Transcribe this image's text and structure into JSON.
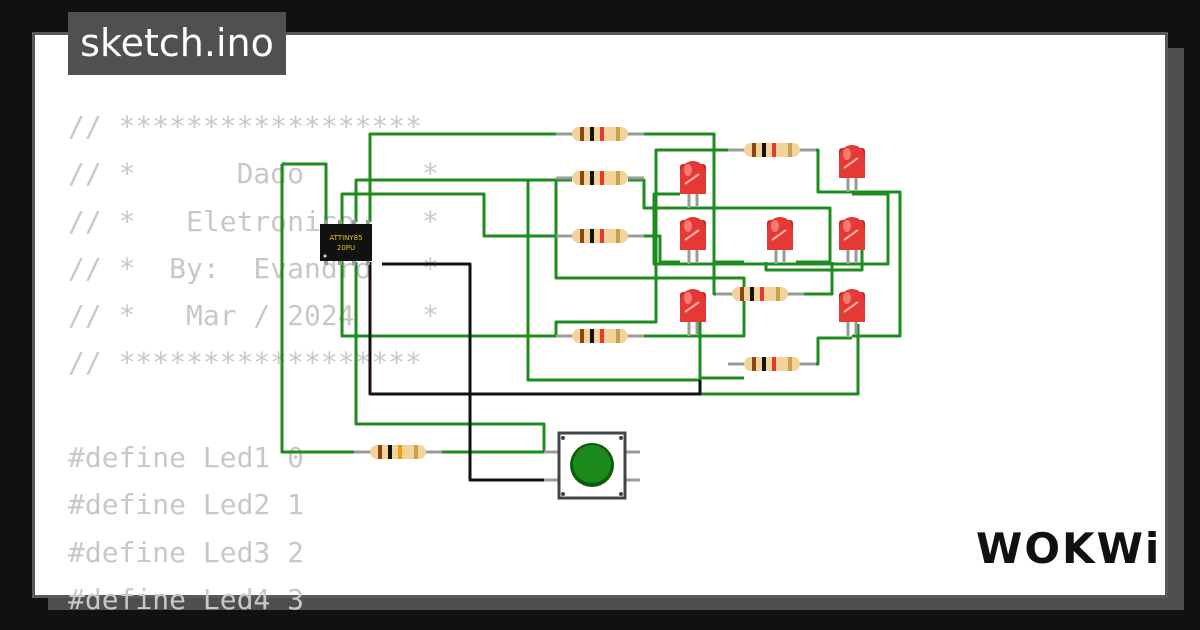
{
  "tab": {
    "filename": "sketch.ino"
  },
  "code": {
    "lines": [
      "// ******************",
      "// *      Dado       *",
      "// *   Eletronico    *",
      "// *  By:  Evandro   *",
      "// *   Mar / 2024    *",
      "// ******************",
      "",
      "#define Led1 0",
      "#define Led2 1",
      "#define Led3 2",
      "#define Led4 3"
    ]
  },
  "chip": {
    "line1": "ATTINY85",
    "line2": "20PU"
  },
  "brand": {
    "name": "WOKWi"
  },
  "colors": {
    "wire": "#1e8c1e",
    "led": "#e53935",
    "button": "#1a8a1a",
    "chip": "#111111",
    "chip_text": "#e8c21a"
  },
  "components": {
    "led_count": 7,
    "resistor_count": 8,
    "button_count": 1
  }
}
